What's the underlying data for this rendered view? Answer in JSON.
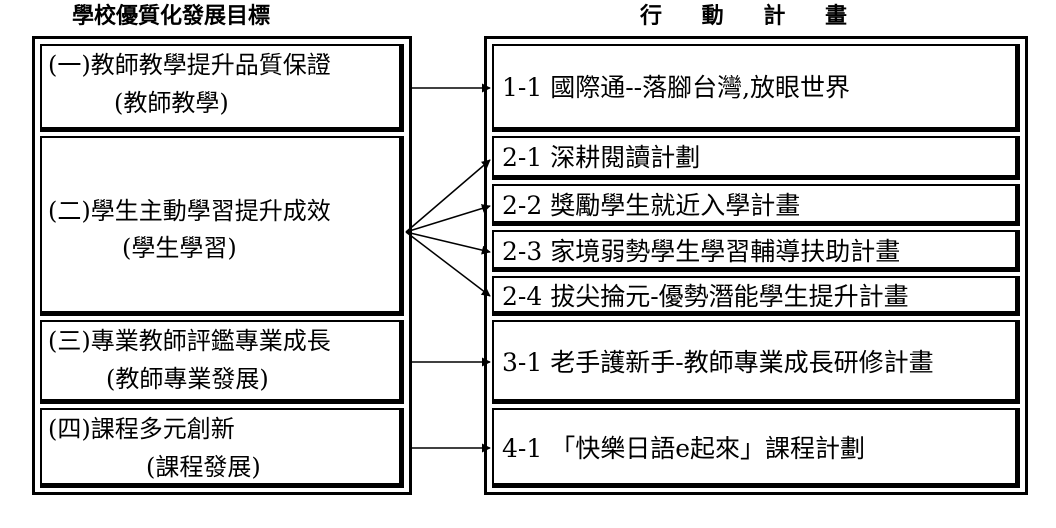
{
  "headers": {
    "goals": "學校優質化發展目標",
    "actions": "行 動 計 畫"
  },
  "goals": [
    {
      "title": "(一)教師教學提升品質保證",
      "subtitle": "(教師教學)"
    },
    {
      "title": "(二)學生主動學習提升成效",
      "subtitle": "(學生學習)"
    },
    {
      "title": "(三)專業教師評鑑專業成長",
      "subtitle": "(教師專業發展)"
    },
    {
      "title": "(四)課程多元創新",
      "subtitle": "(課程發展)"
    }
  ],
  "plans": [
    "1-1 國際通--落腳台灣,放眼世界",
    "2-1 深耕閱讀計劃",
    "2-2 獎勵學生就近入學計畫",
    "2-3 家境弱勢學生學習輔導扶助計畫",
    "2-4 拔尖掄元-優勢潛能學生提升計畫",
    "3-1 老手護新手-教師專業成長研修計畫",
    "4-1 「快樂日語e起來」課程計劃"
  ]
}
